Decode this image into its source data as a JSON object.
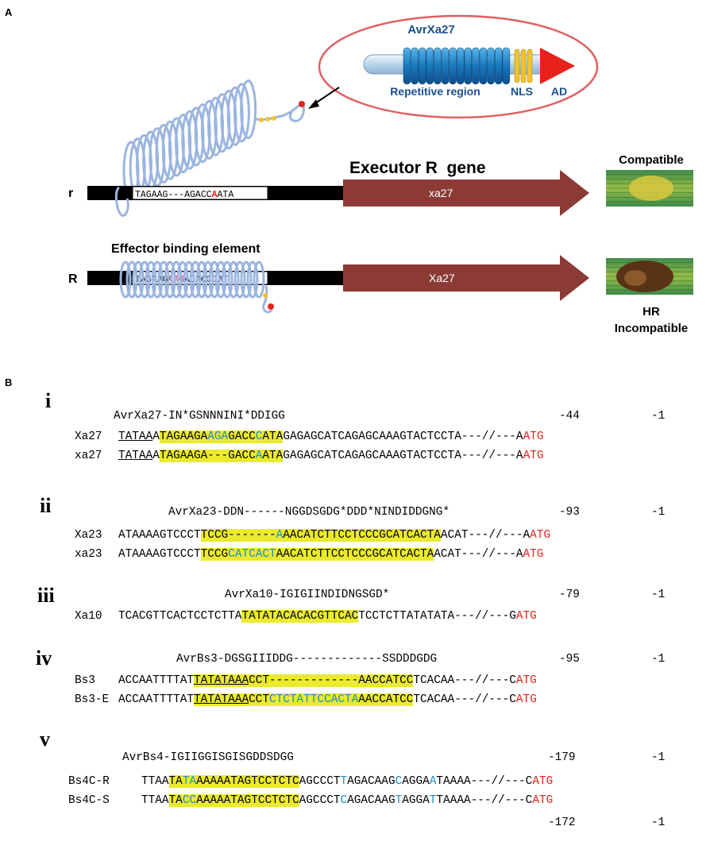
{
  "panel_a": {
    "label": "A",
    "effector_name": "AvrXa27",
    "domain_labels": {
      "repetitive": "Repetitive region",
      "nls": "NLS",
      "ad": "AD"
    },
    "executor_title": "Executor R  gene",
    "allele_r": "r",
    "allele_R": "R",
    "gene_r": "xa27",
    "gene_R": "Xa27",
    "ebe_label": "Effector binding element",
    "promoter_r": [
      "TAGAAG---AGACC",
      "A",
      "ATA"
    ],
    "promoter_R": [
      "TAGAAG",
      "AAG",
      "AGACC",
      "C",
      "AT"
    ],
    "phenotype_compatible": "Compatible",
    "phenotype_hr": "HR",
    "phenotype_incompatible": "Incompatible"
  },
  "panel_b": {
    "label": "B",
    "sections": [
      {
        "roman": "i",
        "effector_line": "AvrXa27-IN*GSNNNINI*DDIGG",
        "pos_a": "-44",
        "pos_b": "-1",
        "rows": [
          {
            "name": "Xa27",
            "segs": [
              [
                "TATAA",
                "u"
              ],
              [
                "A",
                ""
              ],
              [
                "TAGAAGA",
                "hl"
              ],
              [
                "AGA",
                "hl bl"
              ],
              [
                "GACC",
                "hl"
              ],
              [
                "C",
                "hl bl"
              ],
              [
                "ATA",
                "hl"
              ],
              [
                "GAGAGCATCAGAGCAAAGTACTCCTA---//---A",
                ""
              ],
              [
                "ATG",
                "rd"
              ]
            ]
          },
          {
            "name": "xa27",
            "segs": [
              [
                "TATAA",
                "u"
              ],
              [
                "A",
                ""
              ],
              [
                "TAGAAGA---GACC",
                "hl"
              ],
              [
                "A",
                "hl bl"
              ],
              [
                "ATA",
                "hl"
              ],
              [
                "GAGAGCATCAGAGCAAAGTACTCCTA---//---A",
                ""
              ],
              [
                "ATG",
                "rd"
              ]
            ]
          }
        ]
      },
      {
        "roman": "ii",
        "effector_line": "AvrXa23-DDN------NGGDSGDG*DDD*NINDIDDGNG*",
        "pos_a": "-93",
        "pos_b": "-1",
        "rows": [
          {
            "name": "Xa23",
            "segs": [
              [
                "ATAAAAGTCCCT",
                ""
              ],
              [
                "TCCG-------",
                "hl"
              ],
              [
                "A",
                "hl bl"
              ],
              [
                "AACATCTTCCTCCCGCATCACTA",
                "hl"
              ],
              [
                "ACAT---//---A",
                ""
              ],
              [
                "ATG",
                "rd"
              ]
            ]
          },
          {
            "name": "xa23",
            "segs": [
              [
                "ATAAAAGTCCCT",
                ""
              ],
              [
                "TCCG",
                "hl"
              ],
              [
                "CATCACT",
                "hl bl"
              ],
              [
                "AACATCTTCCTCCCGCATCACTA",
                "hl"
              ],
              [
                "ACAT---//---A",
                ""
              ],
              [
                "ATG",
                "rd"
              ]
            ]
          }
        ]
      },
      {
        "roman": "iii",
        "effector_line": "AvrXa10-IGIGIINDIDNGSGD*",
        "pos_a": "-79",
        "pos_b": "-1",
        "rows": [
          {
            "name": "Xa10",
            "segs": [
              [
                "TCACGTTCACTCCTCTTA",
                ""
              ],
              [
                "TATATACACACGTTCAC",
                "hl"
              ],
              [
                "TCCTCTTATATATA---//---G",
                ""
              ],
              [
                "ATG",
                "rd"
              ]
            ]
          }
        ]
      },
      {
        "roman": "iv",
        "effector_line": "AvrBs3-DGSGIIIDDG-------------SSDDDGDG",
        "pos_a": "-95",
        "pos_b": "-1",
        "rows": [
          {
            "name": "Bs3",
            "segs": [
              [
                "ACCAATTTTAT",
                ""
              ],
              [
                "TATATAAA",
                "hl u"
              ],
              [
                "CCT-------------AACCATCC",
                "hl"
              ],
              [
                "TCACAA---//---C",
                ""
              ],
              [
                "ATG",
                "rd"
              ]
            ]
          },
          {
            "name": "Bs3-E",
            "segs": [
              [
                "ACCAATTTTAT",
                ""
              ],
              [
                "TATATAAA",
                "hl u"
              ],
              [
                "CCT",
                "hl"
              ],
              [
                "CTCTATTCCACTA",
                "hl bl"
              ],
              [
                "AACCATCC",
                "hl"
              ],
              [
                "TCACAA---//---C",
                ""
              ],
              [
                "ATG",
                "rd"
              ]
            ]
          }
        ]
      },
      {
        "roman": "v",
        "effector_line": "AvrBs4-IGIIGGISGISGDDSDGG",
        "pos_a": "-179",
        "pos_b": "-1",
        "rows": [
          {
            "name": "Bs4C-R",
            "segs": [
              [
                "TTAA",
                ""
              ],
              [
                "TA",
                "hl"
              ],
              [
                "TA",
                "hl bl"
              ],
              [
                "AAAAATAGTCCTCTC",
                "hl"
              ],
              [
                "AGCCCT",
                ""
              ],
              [
                "T",
                "bl"
              ],
              [
                "AGACAAG",
                ""
              ],
              [
                "C",
                "bl"
              ],
              [
                "AGGA",
                ""
              ],
              [
                "A",
                "bl"
              ],
              [
                "TAAAA---//---C",
                ""
              ],
              [
                "ATG",
                "rd"
              ]
            ]
          },
          {
            "name": "Bs4C-S",
            "segs": [
              [
                "TTAA",
                ""
              ],
              [
                "TA",
                "hl"
              ],
              [
                "CC",
                "hl bl"
              ],
              [
                "AAAAATAGTCCTCTC",
                "hl"
              ],
              [
                "AGCCCT",
                ""
              ],
              [
                "C",
                "bl"
              ],
              [
                "AGACAAG",
                ""
              ],
              [
                "T",
                "bl"
              ],
              [
                "AGGA",
                ""
              ],
              [
                "T",
                "bl"
              ],
              [
                "TAAAA---//---C",
                ""
              ],
              [
                "ATG",
                "rd"
              ]
            ]
          }
        ],
        "pos_c": "-172",
        "pos_d": "-1"
      }
    ]
  },
  "colors": {
    "highlight": "#ebea2e",
    "blue": "#1a8fc9",
    "red": "#e8211b",
    "helix": "#9bb5e0",
    "gene": "#8b3a36"
  }
}
